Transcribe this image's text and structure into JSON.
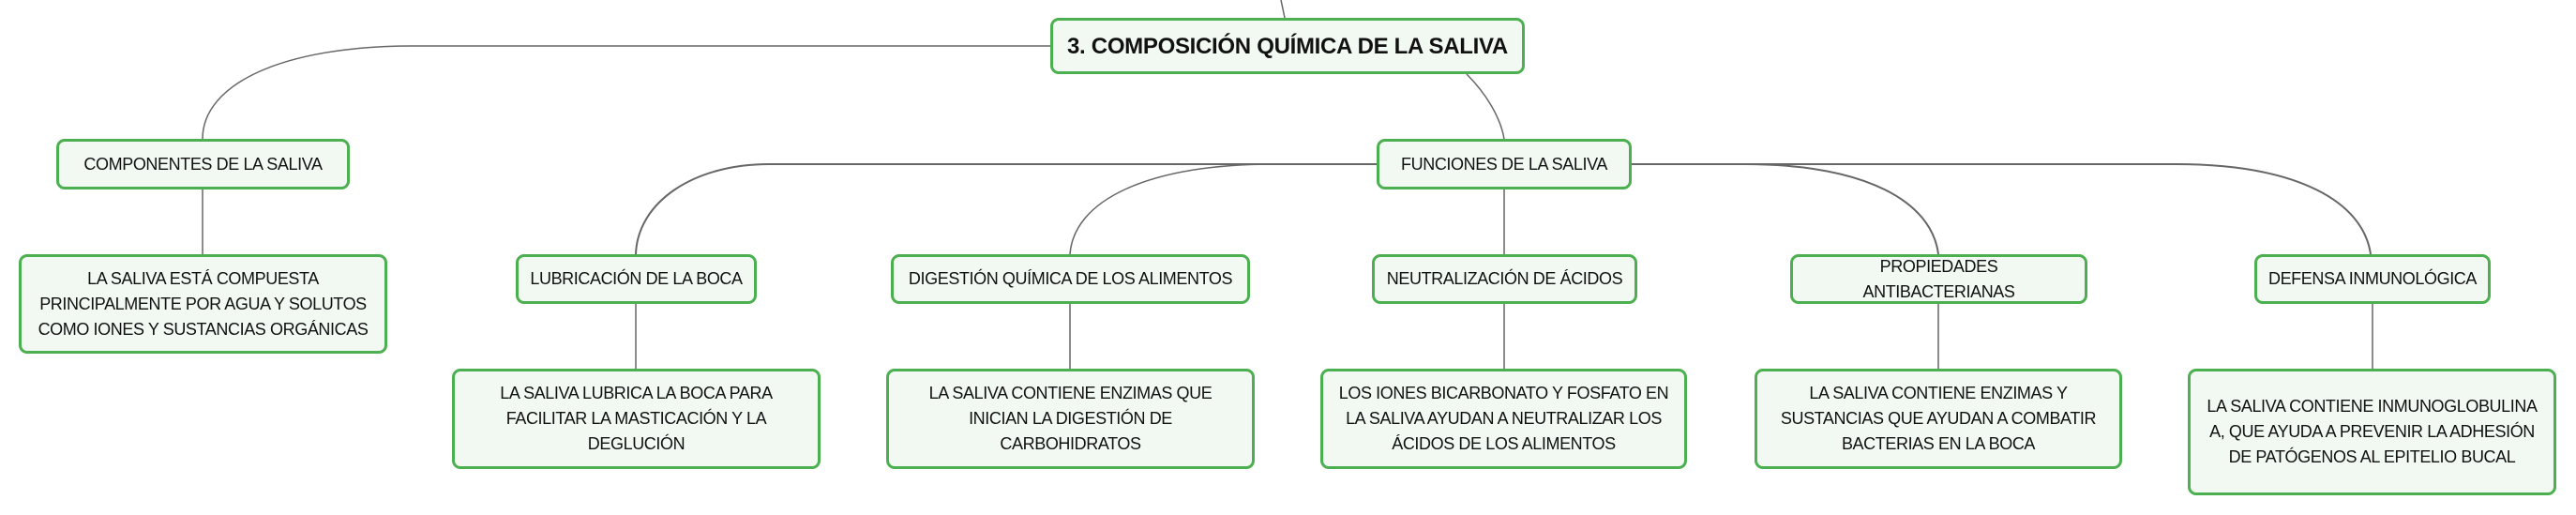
{
  "root": {
    "label": "3. COMPOSICIÓN QUÍMICA DE LA SALIVA"
  },
  "componentes": {
    "label": "COMPONENTES DE LA SALIVA",
    "detail": "LA SALIVA ESTÁ COMPUESTA PRINCIPALMENTE POR AGUA Y SOLUTOS COMO IONES Y SUSTANCIAS ORGÁNICAS"
  },
  "funciones": {
    "label": "FUNCIONES DE LA SALIVA",
    "children": [
      {
        "label": "LUBRICACIÓN DE LA BOCA",
        "detail": "LA SALIVA LUBRICA LA BOCA PARA FACILITAR LA MASTICACIÓN Y LA DEGLUCIÓN"
      },
      {
        "label": "DIGESTIÓN QUÍMICA DE LOS ALIMENTOS",
        "detail": "LA SALIVA CONTIENE ENZIMAS QUE INICIAN LA DIGESTIÓN DE CARBOHIDRATOS"
      },
      {
        "label": "NEUTRALIZACIÓN DE ÁCIDOS",
        "detail": "LOS IONES BICARBONATO Y FOSFATO EN LA SALIVA AYUDAN A NEUTRALIZAR LOS ÁCIDOS DE LOS ALIMENTOS"
      },
      {
        "label": "PROPIEDADES ANTIBACTERIANAS",
        "detail": "LA SALIVA CONTIENE ENZIMAS Y SUSTANCIAS QUE AYUDAN A COMBATIR BACTERIAS EN LA BOCA"
      },
      {
        "label": "DEFENSA INMUNOLÓGICA",
        "detail": "LA SALIVA CONTIENE INMUNOGLOBULINA A, QUE AYUDA A PREVENIR LA ADHESIÓN DE PATÓGENOS AL EPITELIO BUCAL"
      }
    ]
  },
  "colors": {
    "border": "#4caf50",
    "fill": "#f2f9f3",
    "line": "#666666"
  }
}
